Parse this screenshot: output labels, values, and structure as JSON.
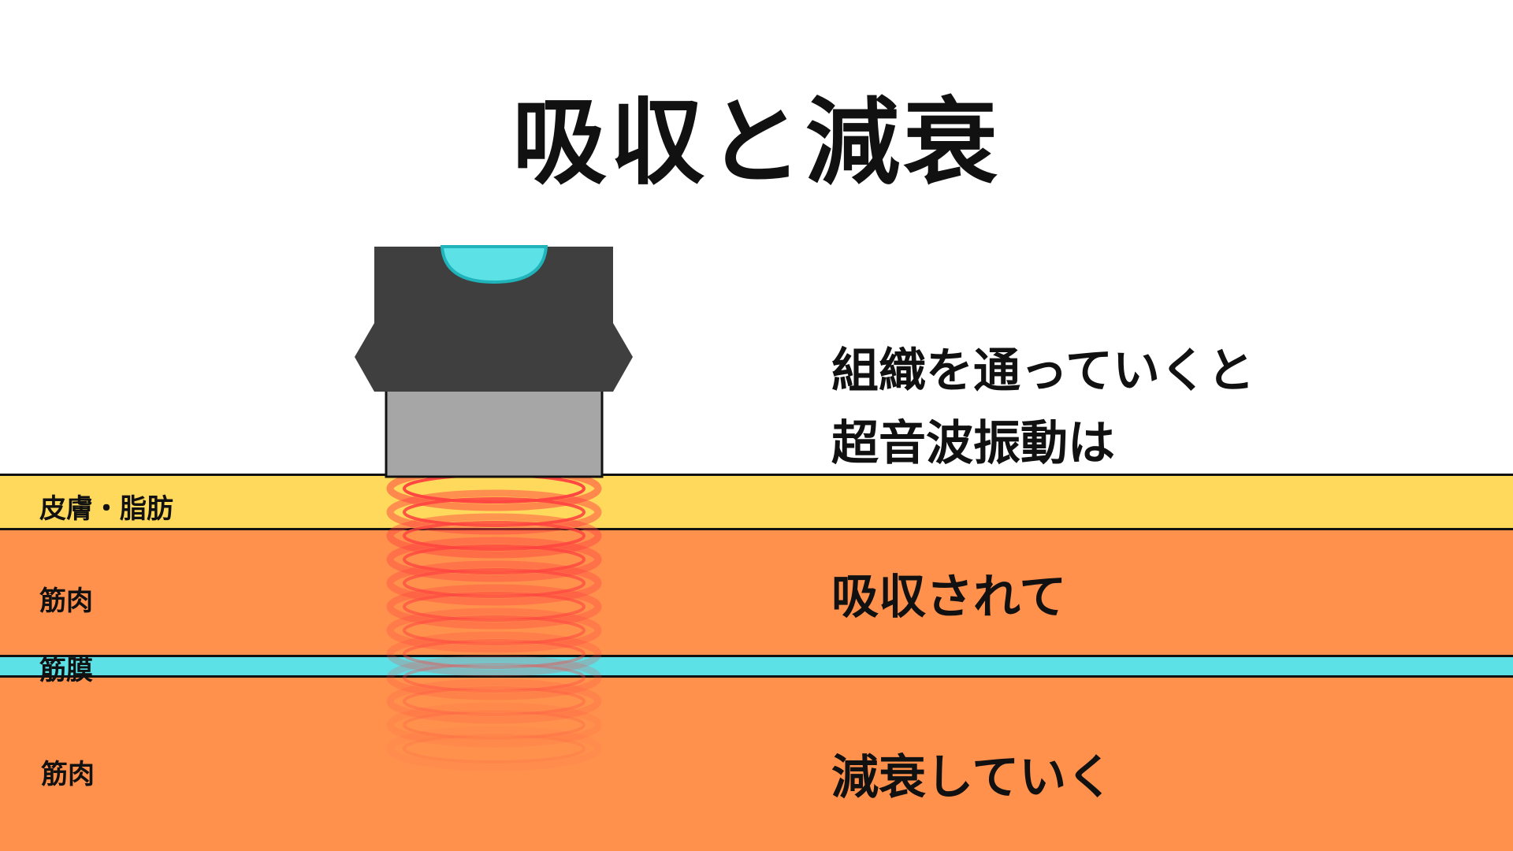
{
  "title": "吸収と減衰",
  "layers": {
    "skin": {
      "label": "皮膚・脂肪",
      "color": "#FFD95C"
    },
    "muscle_upper": {
      "label": "筋肉",
      "color": "#FF914D"
    },
    "fascia": {
      "label": "筋膜",
      "color": "#5CE1E6"
    },
    "muscle_lower": {
      "label": "筋肉",
      "color": "#FF914D"
    }
  },
  "captions": {
    "line1": "組織を通っていくと",
    "line2": "超音波振動は",
    "absorbed": "吸収されて",
    "attenuated": "減衰していく"
  },
  "probe": {
    "body_color": "#3F3F3F",
    "head_color": "#A6A6A6",
    "indicator_color": "#5CE1E6"
  },
  "wave_color": "#FF4040"
}
